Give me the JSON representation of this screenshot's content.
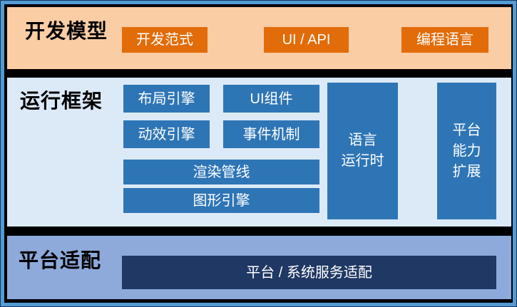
{
  "colors": {
    "frame_border": "#539BD5",
    "frame_gap": "#000000",
    "dev_section_bg": "#FACDA5",
    "dev_item_bg": "#E26C09",
    "runtime_section_bg": "#DCEAF8",
    "runtime_item_bg": "#2E75B6",
    "platform_section_bg": "#8EAADB",
    "platform_item_bg": "#1F3864",
    "band_label_text": "#000000",
    "item_text": "#FFFFFF"
  },
  "dev_model": {
    "label": "开发模型",
    "items": [
      {
        "label": "开发范式"
      },
      {
        "label": "UI / API"
      },
      {
        "label": "编程语言"
      }
    ]
  },
  "runtime": {
    "label": "运行框架",
    "boxes": {
      "layout_engine": "布局引擎",
      "ui_components": "UI组件",
      "animation_engine": "动效引擎",
      "event_mechanism": "事件机制",
      "render_pipeline": "渲染管线",
      "graphics_engine": "图形引擎"
    },
    "language_runtime_lines": [
      "语言",
      "运行时"
    ],
    "platform_capability_lines": [
      "平台",
      "能力",
      "扩展"
    ]
  },
  "platform": {
    "label": "平台适配",
    "adapter": "平台 / 系统服务适配"
  }
}
